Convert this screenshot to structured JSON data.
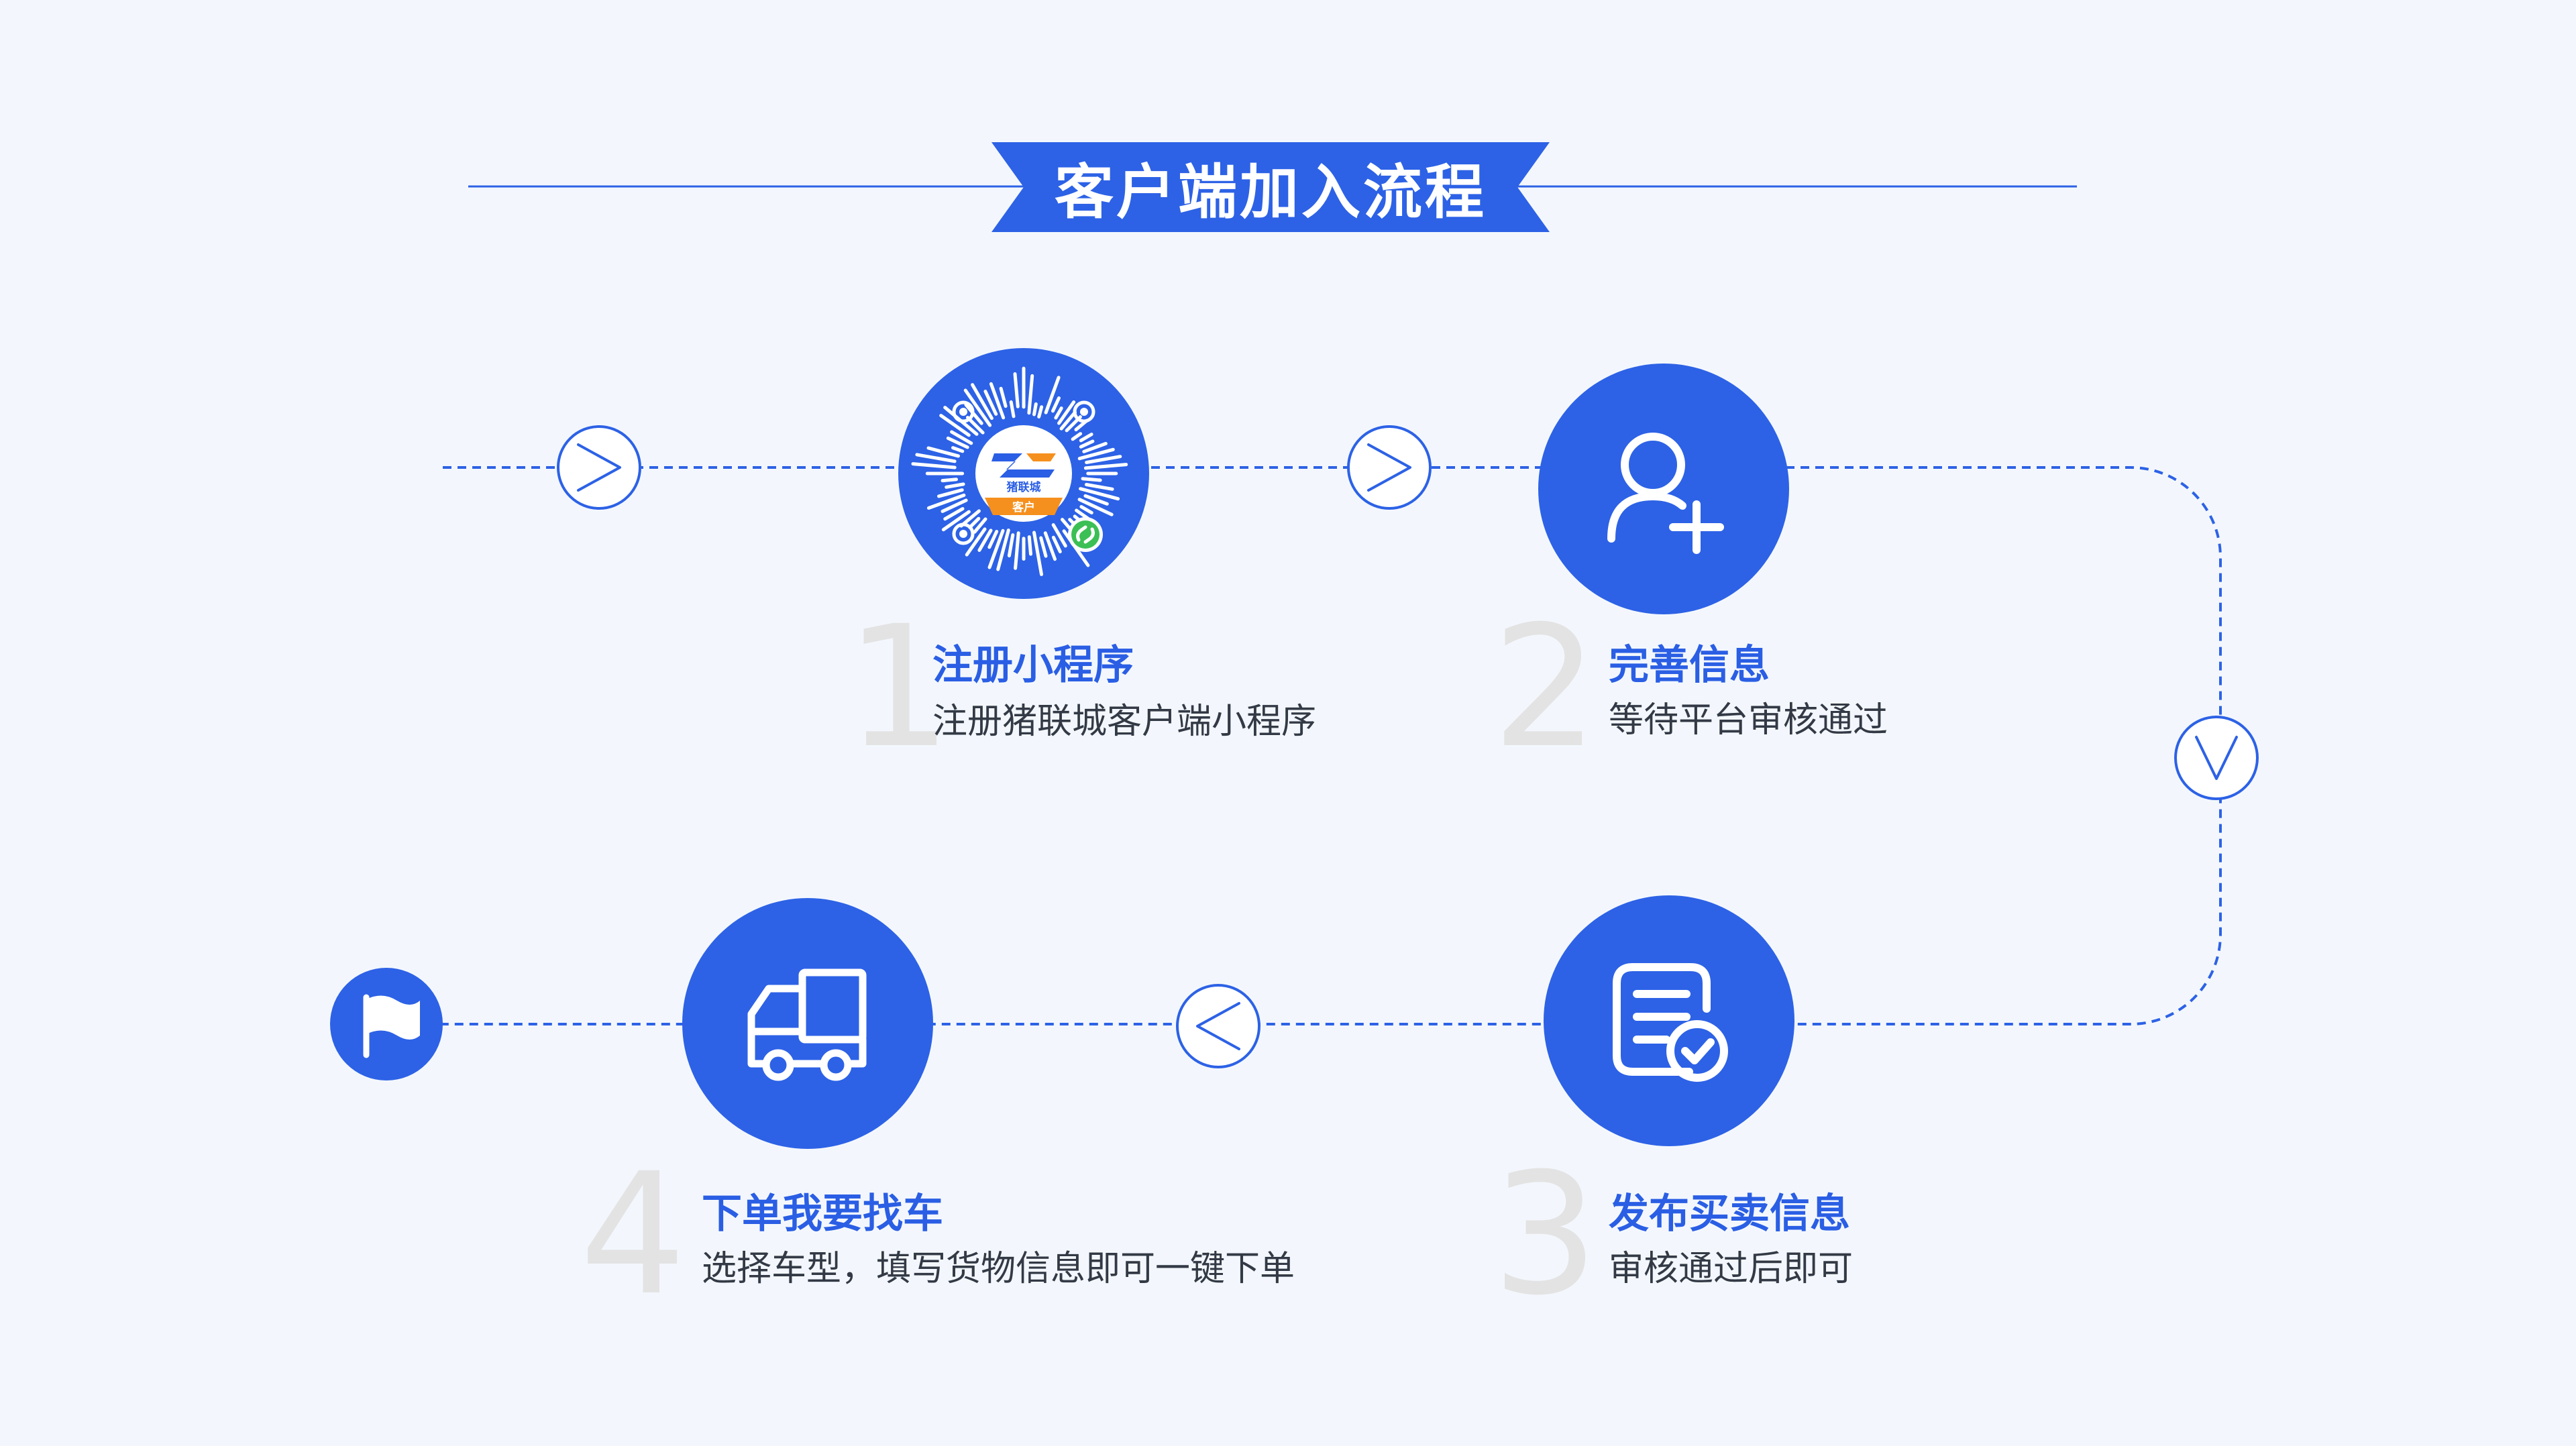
{
  "header": {
    "title": "客户端加入流程"
  },
  "colors": {
    "accent": "#2d62e6",
    "background": "#f3f7fd",
    "number": "#e3e3e3",
    "desc_text": "#333a45"
  },
  "steps": [
    {
      "number": "1",
      "title": "注册小程序",
      "desc": "注册猪联城客户端小程序",
      "icon": "mini-program-qr-icon"
    },
    {
      "number": "2",
      "title": "完善信息",
      "desc": "等待平台审核通过",
      "icon": "user-add-icon"
    },
    {
      "number": "3",
      "title": "发布买卖信息",
      "desc": "审核通过后即可",
      "icon": "document-check-icon"
    },
    {
      "number": "4",
      "title": "下单我要找车",
      "desc": "选择车型，填写货物信息即可一键下单",
      "icon": "truck-icon"
    }
  ],
  "logo": {
    "brand_text": "猪联城",
    "badge_text": "客户"
  },
  "connectors": [
    {
      "icon": "chevron-right-icon",
      "direction": "right"
    },
    {
      "icon": "chevron-right-icon",
      "direction": "right"
    },
    {
      "icon": "chevron-down-icon",
      "direction": "down"
    },
    {
      "icon": "chevron-left-icon",
      "direction": "left"
    }
  ],
  "end_marker": {
    "icon": "flag-icon"
  }
}
